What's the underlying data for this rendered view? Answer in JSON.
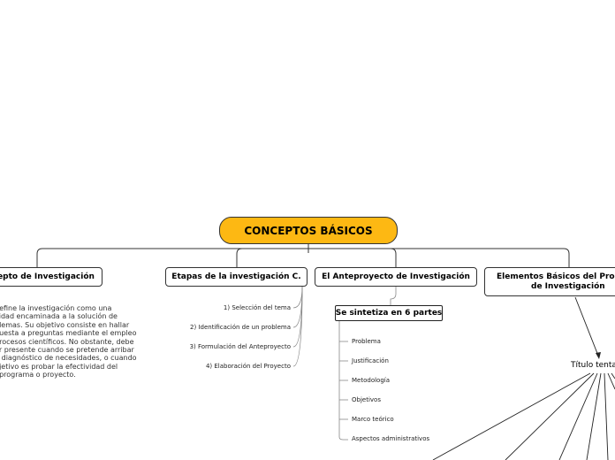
{
  "root": {
    "label": "CONCEPTOS BÁSICOS"
  },
  "branches": {
    "concepto": {
      "label": "epto de Investigación"
    },
    "etapas": {
      "label": "Etapas de la investigación C."
    },
    "anteproyecto": {
      "label": "El Anteproyecto de Investigación"
    },
    "elementos": {
      "label_line1": "Elementos Básicos del Pro",
      "label_line2": "de Investigación"
    }
  },
  "concepto_text": "define la investigación como una\nvidad encaminada a la solución de\nblemas. Su objetivo consiste en hallar\npuesta a preguntas mediante el empleo\nprocesos científicos. No obstante, debe\nar presente cuando se pretende arribar\nn diagnóstico de necesidades, o cuando\nbjetivo es probar la efectividad del\n, programa o proyecto.",
  "etapas_items": [
    "1) Selección del tema",
    "2) Identificación de un problema",
    "3) Formulación del Anteproyecto",
    "4) Elaboración del Proyecto"
  ],
  "sintetiza": {
    "label": "Se sintetiza en 6 partes"
  },
  "partes_items": [
    "Problema",
    "Justificación",
    "Metodología",
    "Objetivos",
    "Marco teórico",
    "Aspectos administrativos"
  ],
  "titulo": {
    "label": "Título tenta"
  },
  "colors": {
    "root_fill": "#fdb813",
    "line": "#333333",
    "sub_line": "#888888"
  }
}
